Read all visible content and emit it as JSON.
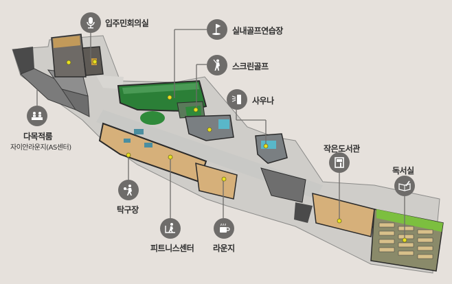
{
  "diagram": {
    "type": "isometric-floor-plan",
    "colors": {
      "background": "#e6e1dc",
      "icon_circle": "#6e6c6a",
      "leader_line": "#6e6c6a",
      "marker_dot": "#e8e020",
      "golf_green": "#2f8a3a",
      "reading_green": "#7cbf3f",
      "wood_floor": "#d6b07a",
      "wall_dark": "#3a3a3a",
      "corridor": "#c9c9c6",
      "pool_water": "#59b7c9"
    },
    "facilities": [
      {
        "id": "residents-meeting-room",
        "label": "입주민회의실",
        "icon": "microphone-icon"
      },
      {
        "id": "indoor-golf-practice",
        "label": "실내골프연습장",
        "icon": "golf-flag-icon"
      },
      {
        "id": "screen-golf",
        "label": "스크린골프",
        "icon": "golfer-icon"
      },
      {
        "id": "sauna",
        "label": "사우나",
        "icon": "shower-icon"
      },
      {
        "id": "multipurpose-room",
        "label": "다목적룸",
        "sublabel": "자이안라운지(AS센터)",
        "icon": "meeting-people-icon"
      },
      {
        "id": "mini-library",
        "label": "작은도서관",
        "icon": "bookshelf-icon"
      },
      {
        "id": "reading-room",
        "label": "독서실",
        "icon": "book-pen-icon"
      },
      {
        "id": "table-tennis",
        "label": "탁구장",
        "icon": "ping-pong-player-icon"
      },
      {
        "id": "fitness-center",
        "label": "피트니스센터",
        "icon": "treadmill-icon"
      },
      {
        "id": "lounge",
        "label": "라운지",
        "icon": "coffee-cup-icon"
      }
    ]
  }
}
